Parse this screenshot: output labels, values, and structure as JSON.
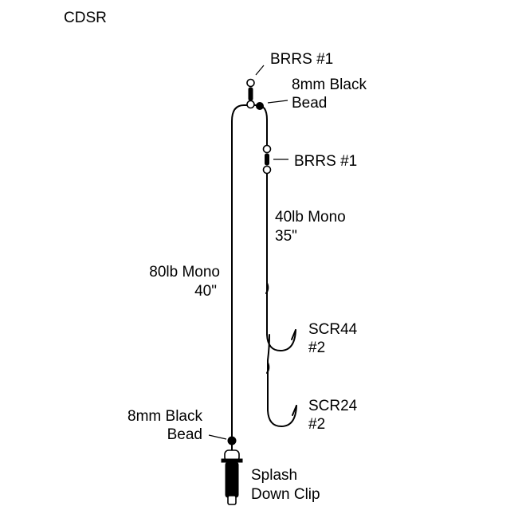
{
  "title": "CDSR",
  "labels": {
    "swivel_top": "BRRS #1",
    "bead_top_line1": "8mm Black",
    "bead_top_line2": "Bead",
    "swivel_mid": "BRRS #1",
    "dropper_line1": "40lb Mono",
    "dropper_line2": "35\"",
    "main_line1": "80lb Mono",
    "main_line2": "40\"",
    "hook1_line1": "SCR44",
    "hook1_line2": "#2",
    "hook2_line1": "SCR24",
    "hook2_line2": "#2",
    "bead_bottom_line1": "8mm Black",
    "bead_bottom_line2": "Bead",
    "clip_line1": "Splash",
    "clip_line2": "Down Clip"
  },
  "colors": {
    "ink": "#000000",
    "background": "#ffffff"
  }
}
